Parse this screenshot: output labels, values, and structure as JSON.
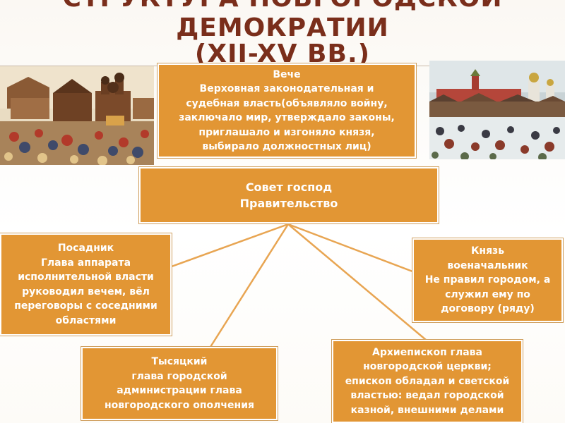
{
  "title": {
    "line1": "СТРУКТУРА НОВГОРОДСКОЙ",
    "line2": "ДЕМОКРАТИИ",
    "line3": "(XII-XV ВВ.)"
  },
  "veche": {
    "lines": [
      "Вече",
      "Верховная законодательная и",
      "судебная власть(объявляло войну,",
      "заключало мир, утверждало законы,",
      "приглашало и изгоняло князя,",
      "выбирало должностных лиц)"
    ]
  },
  "sovet": {
    "lines": [
      "Совет господ",
      "Правительство"
    ]
  },
  "posadnik": {
    "lines": [
      "Посадник",
      "Глава аппарата",
      "исполнительной власти",
      "руководил вечем, вёл",
      "переговоры с соседними",
      "областями"
    ]
  },
  "knyaz": {
    "lines": [
      "Князь",
      "военачальник",
      "Не правил городом, а",
      "служил ему по",
      "договору (ряду)"
    ]
  },
  "tysyatsky": {
    "lines": [
      "Тысяцкий",
      "глава городской",
      "администрации глава",
      "новгородского ополчения"
    ]
  },
  "arch": {
    "lines": [
      "Архиепископ  глава",
      "новгородской церкви;",
      "епископ обладал и светской",
      "властью: ведал городской",
      "казной, внешними делами"
    ]
  },
  "images": {
    "left": "veche-gathering-painting",
    "right": "novgorod-market-painting"
  },
  "colors": {
    "box_fill": "#e29634",
    "title": "#7a2e1b",
    "lines": "#e8a552"
  }
}
